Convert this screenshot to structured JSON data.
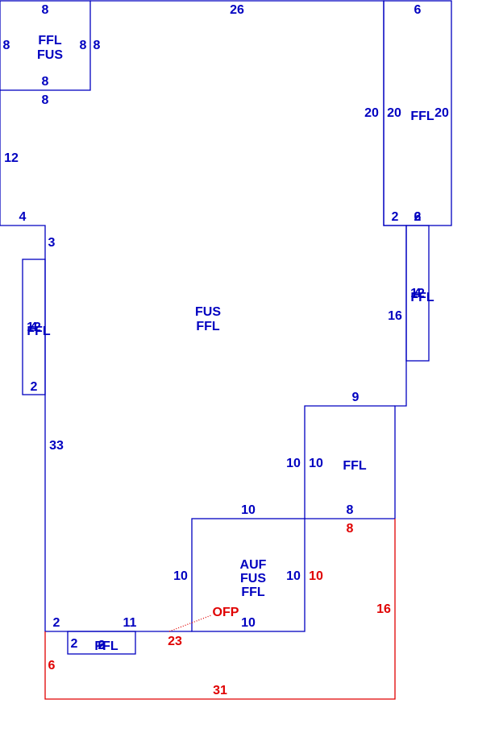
{
  "colors": {
    "main": "#0000c0",
    "porch": "#e00000",
    "background": "#ffffff"
  },
  "segments": {
    "top_left_box": {
      "top": "8",
      "left": "8",
      "right_inner": "8",
      "right_outer": "8",
      "bottom_inner": "8",
      "area_codes": [
        "FFL",
        "FUS"
      ]
    },
    "top_right_box": {
      "top": "6",
      "left_outer": "20",
      "left_inner": "20",
      "right": "20",
      "bottom_a": "2",
      "bottom_b": "2",
      "bottom_c": "6",
      "area_codes": [
        "FFL"
      ]
    },
    "main_outline": {
      "top": "26",
      "below_left_box": "8",
      "left_upper": "12",
      "step": "4",
      "left_short": "3",
      "left_lower": "33",
      "right_jog": "16",
      "step_right": "9",
      "bottom_left": "2",
      "bottom_mid": "11"
    },
    "left_bump": {
      "side_a": "12",
      "side_b": "4",
      "bottom": "2",
      "area_codes": [
        "FFL"
      ]
    },
    "right_bump": {
      "side_a": "12",
      "side_b": "4",
      "area_codes": [
        "FFL"
      ]
    },
    "main_area": {
      "area_codes": [
        "FUS",
        "FFL"
      ]
    },
    "ffl_section": {
      "left_outer": "10",
      "left_inner": "10",
      "bottom": "8",
      "area_codes": [
        "FFL"
      ]
    },
    "auf_section": {
      "top": "10",
      "left": "10",
      "right": "10",
      "bottom": "10",
      "area_codes": [
        "AUF",
        "FUS",
        "FFL"
      ]
    },
    "small_box": {
      "left": "2",
      "inner_a": "6",
      "inner_b": "2",
      "area_codes": [
        "FFL"
      ]
    },
    "porch": {
      "label": "OFP",
      "top": "8",
      "left_top": "10",
      "right": "16",
      "left": "6",
      "bottom": "31",
      "inner": "23"
    }
  }
}
